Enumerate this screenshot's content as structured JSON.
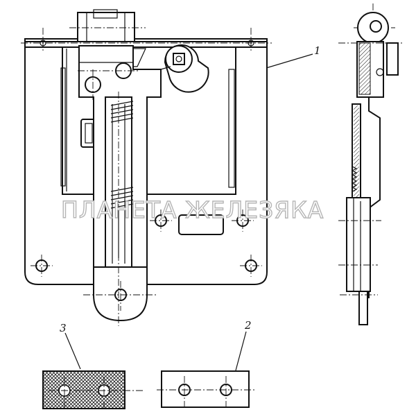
{
  "callouts": [
    {
      "id": "1",
      "text": "1"
    },
    {
      "id": "2",
      "text": "2"
    },
    {
      "id": "3",
      "text": "3"
    }
  ],
  "watermark": "ПЛАНЕТА ЖЕЛЕЗЯКА"
}
